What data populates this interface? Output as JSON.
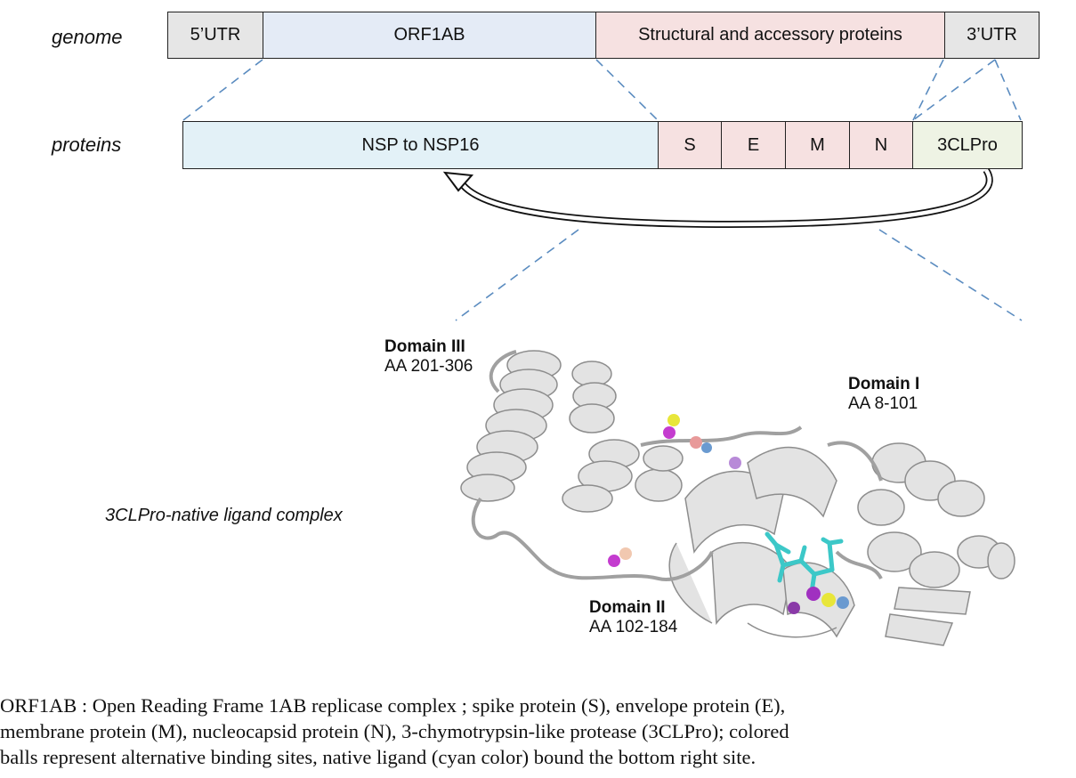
{
  "rows": {
    "genome_label": "genome",
    "proteins_label": "proteins"
  },
  "genome": {
    "utr5": "5’UTR",
    "orf1ab": "ORF1AB",
    "structural": "Structural and accessory proteins",
    "utr3": "3’UTR"
  },
  "proteins": {
    "nsp": "NSP to NSP16",
    "s": "S",
    "e": "E",
    "m": "M",
    "n": "N",
    "clpro": "3CLPro"
  },
  "structure": {
    "complex_label": "3CLPro-native ligand complex",
    "domain3_title": "Domain III",
    "domain3_range": "AA 201-306",
    "domain1_title": "Domain I",
    "domain1_range": "AA 8-101",
    "domain2_title": "Domain II",
    "domain2_range": "AA 102-184"
  },
  "caption": {
    "line1": "ORF1AB : Open Reading Frame 1AB replicase complex ; spike protein (S), envelope protein (E),",
    "line2": "membrane protein (M), nucleocapsid protein (N), 3-chymotrypsin-like protease (3CLPro); colored",
    "line3": "balls represent alternative binding sites, native ligand (cyan color) bound the bottom right site."
  },
  "colors": {
    "ligand": "#3cc8c8",
    "dash_line": "#5b8cc0",
    "ball_yellow": "#e8e63a",
    "ball_magenta": "#c43ccf",
    "ball_purple": "#8a3aa8",
    "ball_blue": "#6a9ad0",
    "ball_pink": "#e8a8a8"
  }
}
